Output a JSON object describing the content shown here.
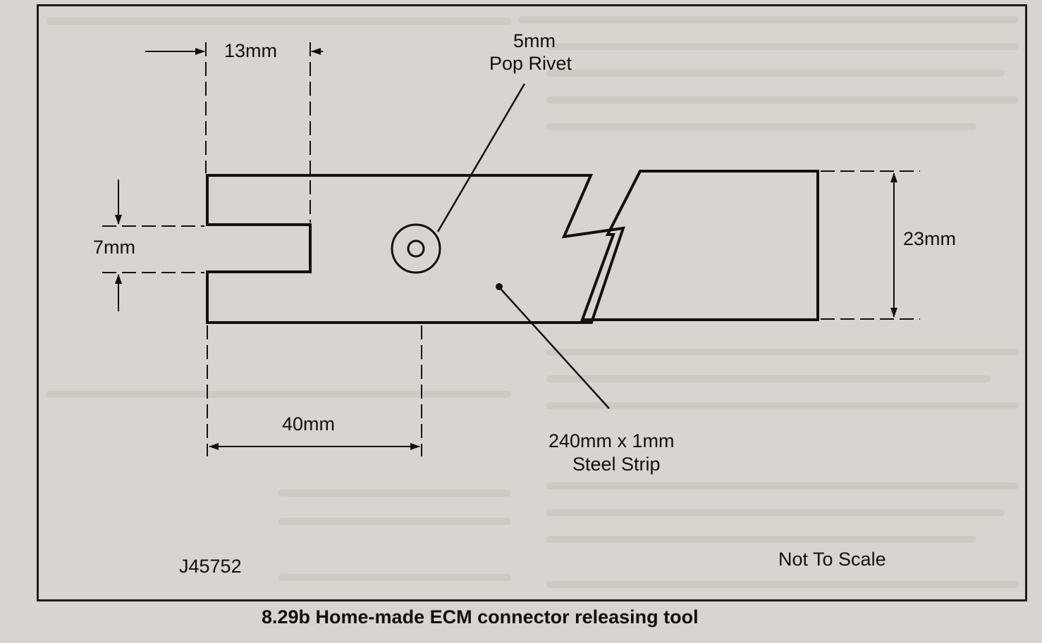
{
  "figure": {
    "caption": "8.29b  Home-made ECM connector releasing tool",
    "reference": "J45752",
    "scale_note": "Not To Scale"
  },
  "dimensions": {
    "slot_offset": "13mm",
    "slot_width": "7mm",
    "slot_depth": "40mm",
    "strip_width": "23mm"
  },
  "callouts": {
    "rivet_line1": "5mm",
    "rivet_line2": "Pop Rivet",
    "strip_line1": "240mm x 1mm",
    "strip_line2": "Steel Strip"
  }
}
